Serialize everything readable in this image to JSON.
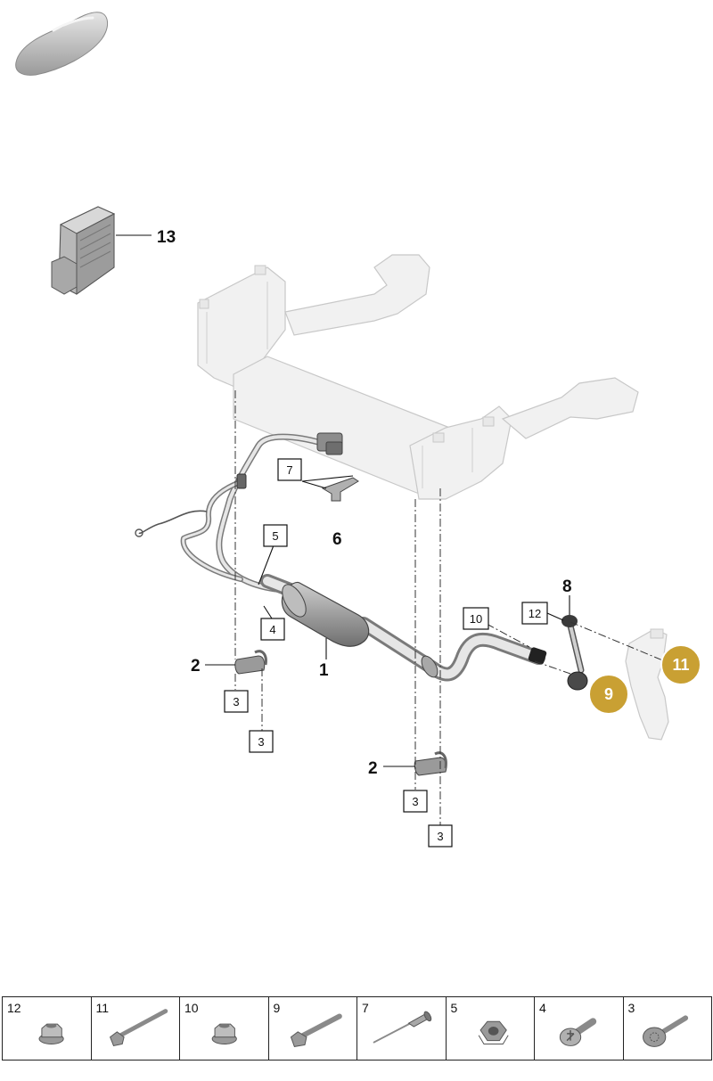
{
  "callouts": {
    "c13": "13",
    "c7": "7",
    "c6": "6",
    "c5": "5",
    "c4": "4",
    "c2a": "2",
    "c1": "1",
    "c3a": "3",
    "c3b": "3",
    "c10": "10",
    "c12": "12",
    "c8": "8",
    "c11": "11",
    "c9": "9",
    "c2b": "2",
    "c3c": "3",
    "c3d": "3"
  },
  "highlight_color": "#c9a033",
  "table": [
    {
      "number": "12",
      "icon": "flange-nut-icon"
    },
    {
      "number": "11",
      "icon": "long-bolt-icon"
    },
    {
      "number": "10",
      "icon": "flange-nut-icon"
    },
    {
      "number": "9",
      "icon": "bolt-icon"
    },
    {
      "number": "7",
      "icon": "rivet-icon"
    },
    {
      "number": "5",
      "icon": "hex-nut-icon"
    },
    {
      "number": "4",
      "icon": "torx-screw-icon"
    },
    {
      "number": "3",
      "icon": "splined-bolt-icon"
    }
  ]
}
